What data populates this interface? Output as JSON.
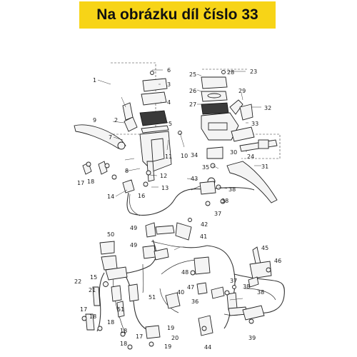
{
  "banner": {
    "text": "Na obrázku díl číslo 33"
  },
  "labels": [
    "1",
    "2",
    "3",
    "4",
    "5",
    "6",
    "7",
    "8",
    "9",
    "10",
    "11",
    "12",
    "13",
    "14",
    "15",
    "16",
    "17",
    "18",
    "19",
    "20",
    "21",
    "22",
    "23",
    "24",
    "25",
    "26",
    "27",
    "28",
    "29",
    "30",
    "31",
    "32",
    "33",
    "34",
    "35",
    "36",
    "37",
    "38",
    "39",
    "40",
    "41",
    "42",
    "43",
    "44",
    "45",
    "46",
    "47",
    "48",
    "49",
    "50",
    "51"
  ]
}
